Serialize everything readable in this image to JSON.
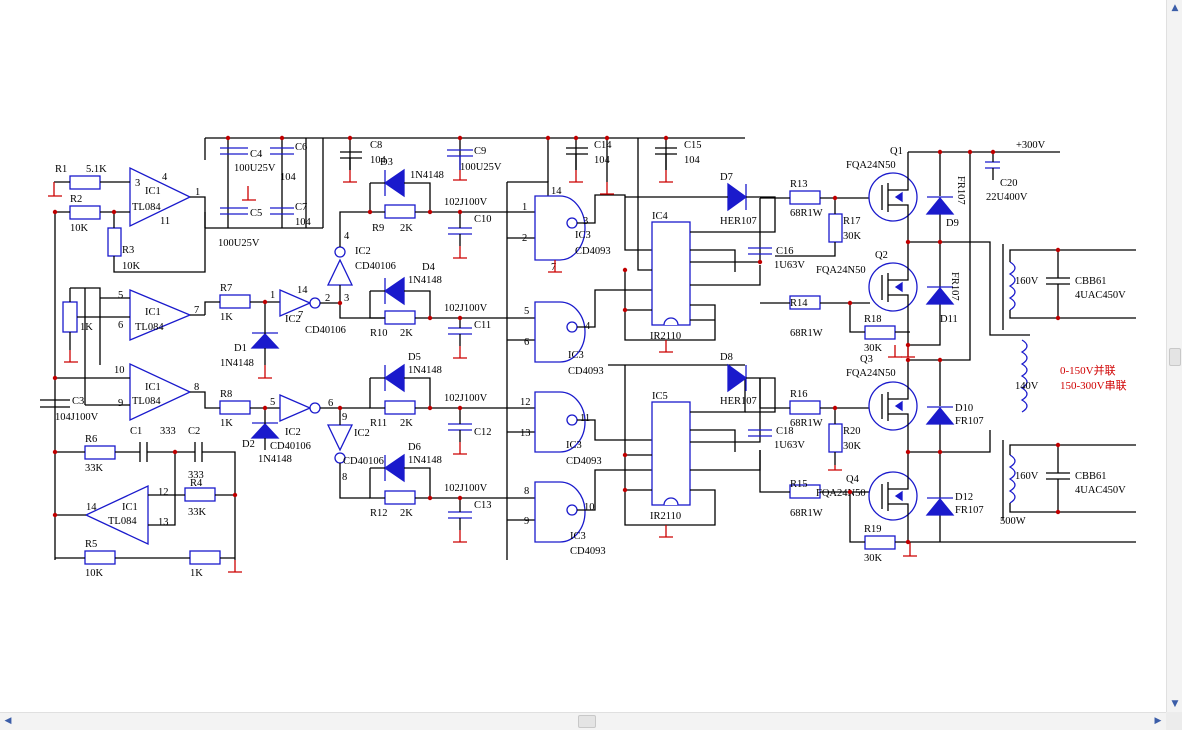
{
  "labels": {
    "r1": "R1",
    "r1v": "5.1K",
    "r2": "R2",
    "r2v": "10K",
    "r3": "R3",
    "r3v": "10K",
    "pot": "1K",
    "ic1": "IC1",
    "tl084": "TL084",
    "c3": "C3",
    "c3v": "104J100V",
    "r6": "R6",
    "r6v": "33K",
    "c1": "C1",
    "c1v": "333",
    "c2": "C2",
    "c2v": "333",
    "r4": "R4",
    "r4v": "33K",
    "r5": "R5",
    "r5v": "10K",
    "r5b": "1K",
    "c4": "C4",
    "c4v": "100U25V",
    "c6": "C6",
    "c6v": "104",
    "c5": "C5",
    "c5v": "100U25V",
    "c7": "C7",
    "c7v": "104",
    "c8": "C8",
    "c8v": "104",
    "d3": "D3",
    "d3v": "1N4148",
    "c9": "C9",
    "c9v": "100U25V",
    "r7": "R7",
    "r7v": "1K",
    "d1": "D1",
    "d1v": "1N4148",
    "r8": "R8",
    "r8v": "1K",
    "d2": "D2",
    "d2v": "1N4148",
    "ic2": "IC2",
    "cd40106": "CD40106",
    "r9": "R9",
    "r9v": "2K",
    "r10": "R10",
    "r10v": "2K",
    "r11": "R11",
    "r11v": "2K",
    "r12": "R12",
    "r12v": "2K",
    "d4": "D4",
    "d4v": "1N4148",
    "d5": "D5",
    "d5v": "1N4148",
    "d6": "D6",
    "d6v": "1N4148",
    "c10": "C10",
    "c11": "C11",
    "c12": "C12",
    "c13": "C13",
    "c102": "102J100V",
    "ic3": "IC3",
    "cd4093": "CD4093",
    "c14": "C14",
    "c14v": "104",
    "c15": "C15",
    "c15v": "104",
    "ic4": "IC4",
    "ic5": "IC5",
    "ir2110": "IR2110",
    "d7": "D7",
    "d8": "D8",
    "her107": "HER107",
    "c16": "C16",
    "c16v": "1U63V",
    "c18": "C18",
    "c18v": "1U63V",
    "r13": "R13",
    "r14": "R14",
    "r15": "R15",
    "r16": "R16",
    "r68": "68R1W",
    "r17": "R17",
    "r17v": "30K",
    "r18": "R18",
    "r18v": "30K",
    "r19": "R19",
    "r19v": "30K",
    "r20": "R20",
    "r20v": "30K",
    "q1": "Q1",
    "q2": "Q2",
    "q3": "Q3",
    "q4": "Q4",
    "fqa": "FQA24N50",
    "d9": "D9",
    "d10": "D10",
    "d11": "D11",
    "d12": "D12",
    "fr107": "FR107",
    "c20": "C20",
    "c20v": "22U400V",
    "p300": "+300V",
    "t160a": "160V",
    "t140": "140V",
    "t160b": "160V",
    "w500": "500W",
    "cbb": "CBB61",
    "cbbv": "4UAC450V",
    "note1": "0-150V并联",
    "note2": "150-300V串联",
    "pins": {
      "p3": "3",
      "p2": "2",
      "p4": "4",
      "p1": "1",
      "p11": "11",
      "p5": "5",
      "p6": "6",
      "p7": "7",
      "p10": "10",
      "p9": "9",
      "p8": "8",
      "p14": "14",
      "p12": "12",
      "p13": "13"
    }
  },
  "scrollbar": {
    "up": "▲",
    "down": "▼",
    "left": "◀",
    "right": "▶"
  }
}
